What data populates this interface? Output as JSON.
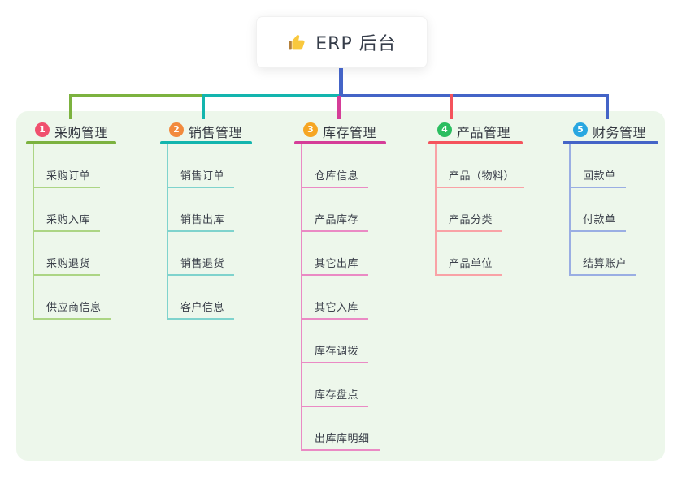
{
  "page": {
    "background": "#ffffff",
    "panel_background": "#EDF7EB",
    "connector_color": "#4464C7"
  },
  "root": {
    "title": "ERP 后台",
    "icon": "thumbs-up-icon"
  },
  "branches": [
    {
      "badge": "1",
      "label": "采购管理",
      "colors": {
        "badge": "#F0506E",
        "line": "#7CB23F",
        "subline": "#ACD584"
      },
      "items": [
        "采购订单",
        "采购入库",
        "采购退货",
        "供应商信息"
      ]
    },
    {
      "badge": "2",
      "label": "销售管理",
      "colors": {
        "badge": "#F28A3D",
        "line": "#13B5AE",
        "subline": "#7FD3CD"
      },
      "items": [
        "销售订单",
        "销售出库",
        "销售退货",
        "客户信息"
      ]
    },
    {
      "badge": "3",
      "label": "库存管理",
      "colors": {
        "badge": "#F6A623",
        "line": "#D53D98",
        "subline": "#EA8AC4"
      },
      "items": [
        "仓库信息",
        "产品库存",
        "其它出库",
        "其它入库",
        "库存调拨",
        "库存盘点",
        "出库库明细"
      ]
    },
    {
      "badge": "4",
      "label": "产品管理",
      "colors": {
        "badge": "#2BBE60",
        "line": "#F4535C",
        "subline": "#F9A2A6"
      },
      "items": [
        "产品（物料）",
        "产品分类",
        "产品单位"
      ]
    },
    {
      "badge": "5",
      "label": "财务管理",
      "colors": {
        "badge": "#29A7E1",
        "line": "#4464C7",
        "subline": "#9AAEE3"
      },
      "items": [
        "回款单",
        "付款单",
        "结算账户"
      ]
    }
  ]
}
